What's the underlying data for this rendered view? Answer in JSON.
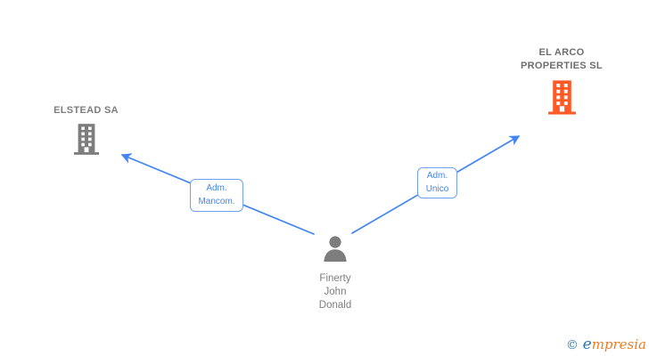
{
  "canvas": {
    "background": "#ffffff"
  },
  "diagram": {
    "nodes": {
      "elstead": {
        "label": "ELSTEAD SA",
        "icon": "building-icon",
        "icon_color": "#7d7d7d",
        "label_color": "#7d7d7d"
      },
      "elarco": {
        "label": "EL ARCO PROPERTIES SL",
        "icon": "building-icon",
        "icon_color": "#ff5a26",
        "label_color": "#6e6e6e"
      },
      "person": {
        "label": "Finerty John Donald",
        "icon": "person-icon",
        "icon_color": "#7d7d7d",
        "label_color": "#7e7e7e"
      }
    },
    "edges": {
      "mancom": {
        "from": "person",
        "to": "elstead",
        "label": "Adm. Mancom."
      },
      "unico": {
        "from": "person",
        "to": "elarco",
        "label": "Adm. Unico"
      }
    },
    "edge_style": {
      "line_color": "#4285f4",
      "box_border_color": "#70a1f5",
      "box_text_color": "#4285f4",
      "box_background": "#ffffff"
    }
  },
  "watermark": {
    "symbol": "©",
    "brand_first": "e",
    "brand_rest": "mpresia",
    "symbol_color": "#2a7cae",
    "brand_rest_color": "#ed7d23"
  }
}
